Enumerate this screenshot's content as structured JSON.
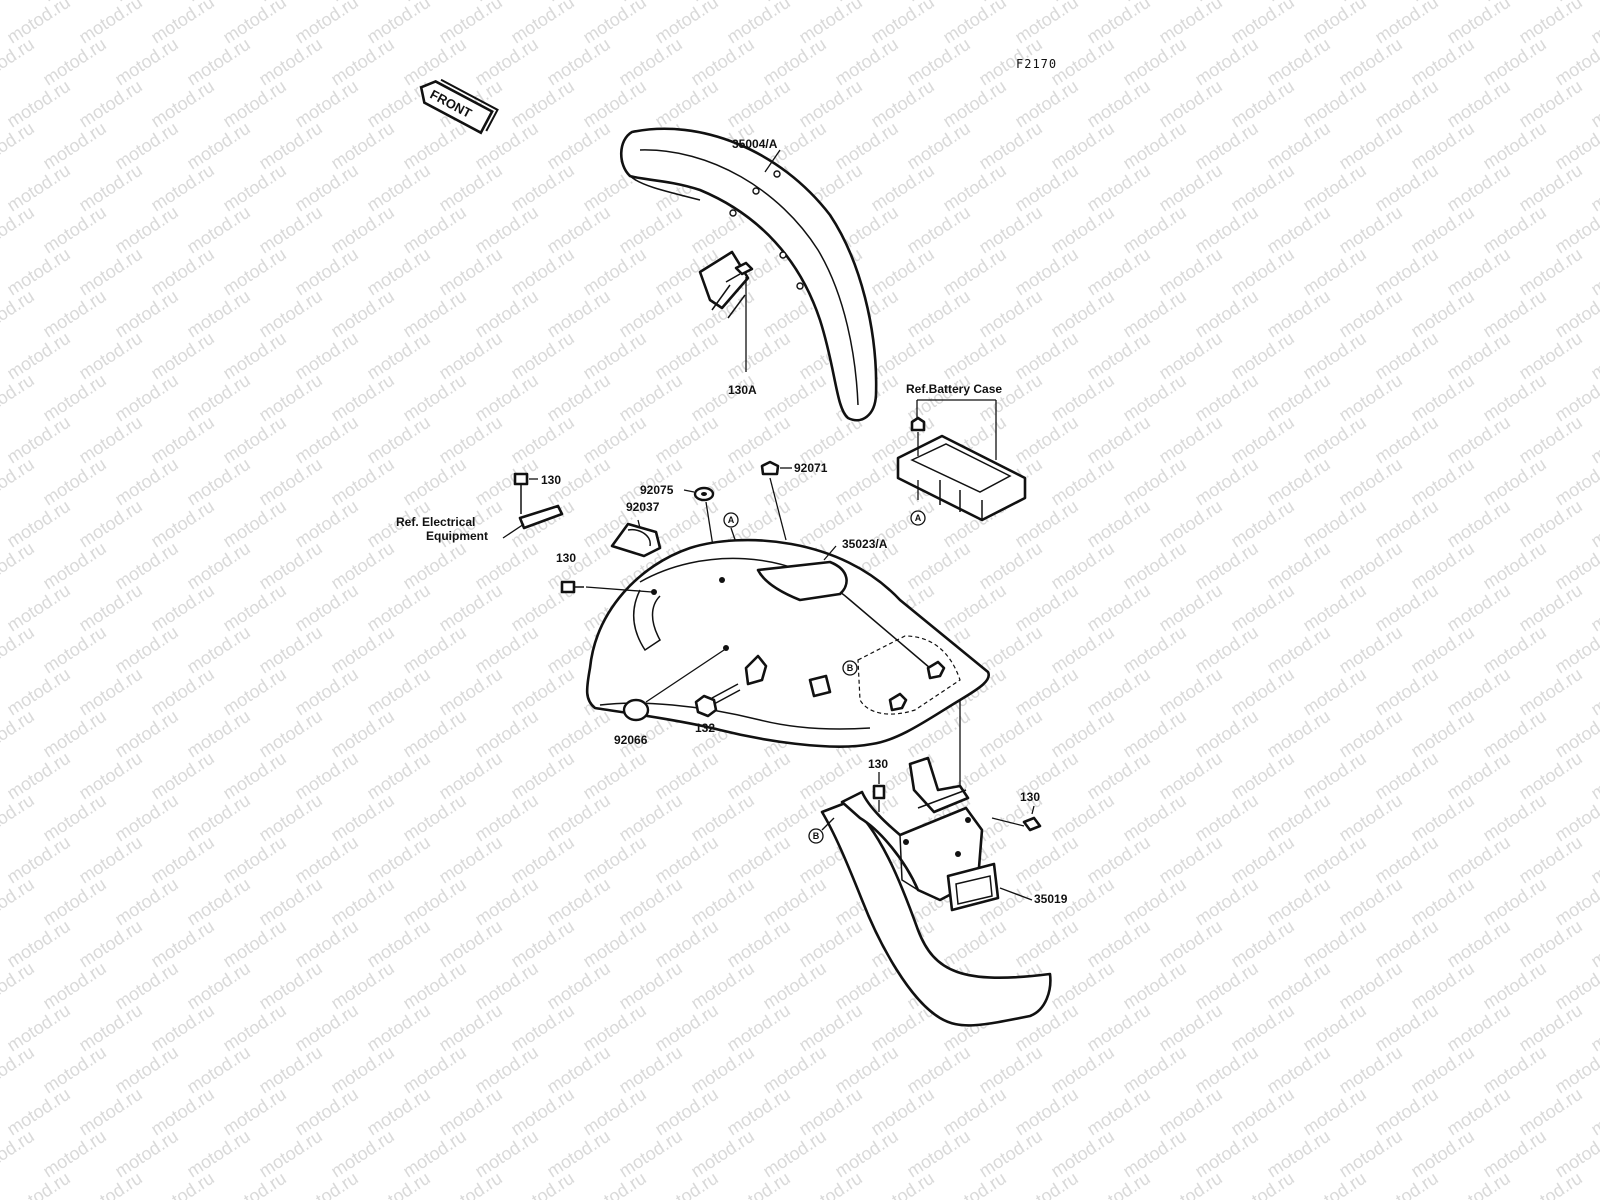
{
  "figure_id": "F2170",
  "watermark_text": "motod.ru",
  "front_arrow_label": "FRONT",
  "callouts": {
    "front_fender": "35004/A",
    "front_bolt": "130A",
    "battery_ref": "Ref.Battery Case",
    "grommet_92071": "92071",
    "bolt_130_upper": "130",
    "electrical_ref_line1": "Ref. Electrical",
    "electrical_ref_line2": "Equipment",
    "damper_92075": "92075",
    "clamp_92037": "92037",
    "bolt_130_left": "130",
    "rear_fender": "35023/A",
    "cap_92066": "92066",
    "bolt_132": "132",
    "bolt_130_flap_left": "130",
    "bolt_130_flap_right": "130",
    "rear_flap": "35019"
  },
  "markers": {
    "a": "A",
    "b": "B"
  }
}
